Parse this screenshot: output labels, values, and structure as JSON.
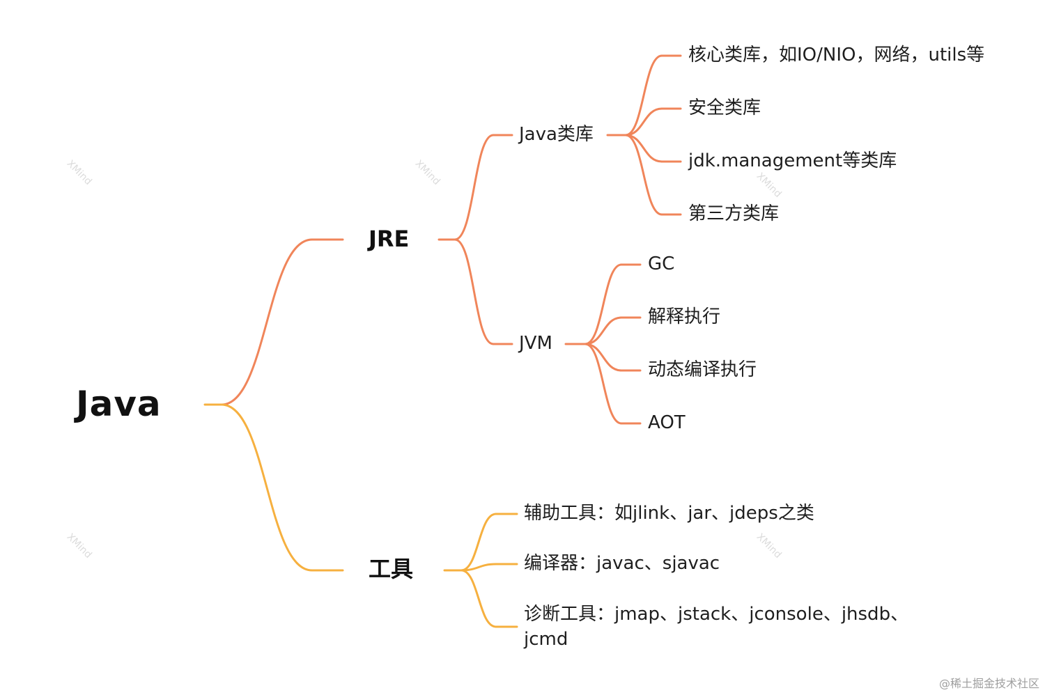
{
  "root": {
    "label": "Java"
  },
  "branches": [
    {
      "label": "JRE",
      "color": "#f0855a",
      "children": [
        {
          "label": "Java类库",
          "children": [
            "核心类库，如IO/NIO，网络，utils等",
            "安全类库",
            "jdk.management等类库",
            "第三方类库"
          ]
        },
        {
          "label": "JVM",
          "children": [
            "GC",
            "解释执行",
            "动态编译执行",
            "AOT"
          ]
        }
      ]
    },
    {
      "label": "工具",
      "color": "#f6b03f",
      "children": [
        {
          "label": "辅助工具：如jlink、jar、jdeps之类"
        },
        {
          "label": "编译器：javac、sjavac"
        },
        {
          "label": "诊断工具：jmap、jstack、jconsole、jhsdb、jcmd"
        }
      ]
    }
  ],
  "watermark": {
    "text": "XMind"
  },
  "credit": "@稀土掘金技术社区"
}
